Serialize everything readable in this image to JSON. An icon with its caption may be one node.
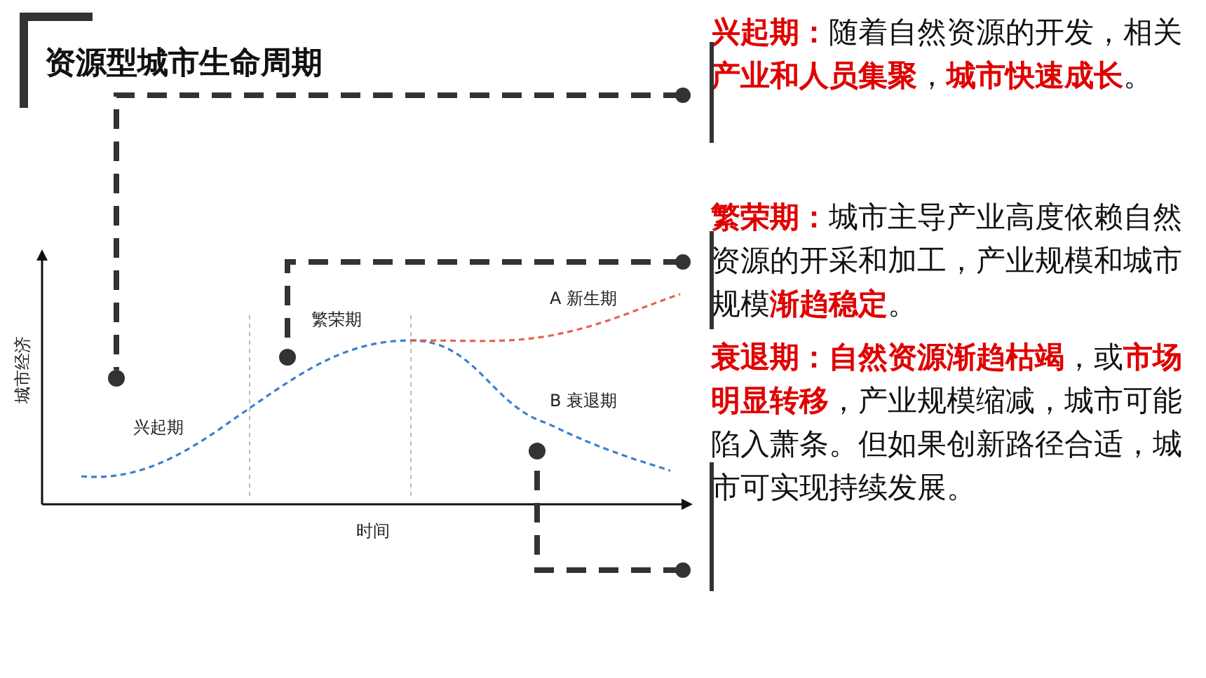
{
  "diagram": {
    "title": "资源型城市生命周期",
    "nodes": [
      {
        "text": [
          "**兴起期：**随着自然资源的开发，相关**产业和人员集聚**，**城市快速成长**。"
        ]
      },
      {
        "text": [
          "**繁荣期：**城市主导产业高度依赖自然资源的开采和加工，产业规模和城市规模**渐趋稳定**。"
        ]
      },
      {
        "text": [
          "**衰退期：自然资源渐趋枯竭**，或**市场明显转移**，产业规模缩减，城市可能陷入萧条。但如果创新路径合适，城市可实现持续发展。"
        ]
      },
      {
        "text": [],
        "shape": "circle"
      },
      {
        "text": [],
        "shape": "circle"
      },
      {
        "text": [],
        "shape": "circle"
      }
    ],
    "edges": [
      {
        "from": 0,
        "to": 3,
        "arrow": "other",
        "style": "dashed"
      },
      {
        "from": 1,
        "to": 4,
        "arrow": "other",
        "style": "dashed"
      },
      {
        "from": 2,
        "to": 5,
        "arrow": "other",
        "style": "dashed"
      }
    ],
    "labels": [
      "A 新生期",
      "繁荣期",
      "城市经济",
      "B 衰退期",
      "兴起期",
      "时间"
    ]
  }
}
